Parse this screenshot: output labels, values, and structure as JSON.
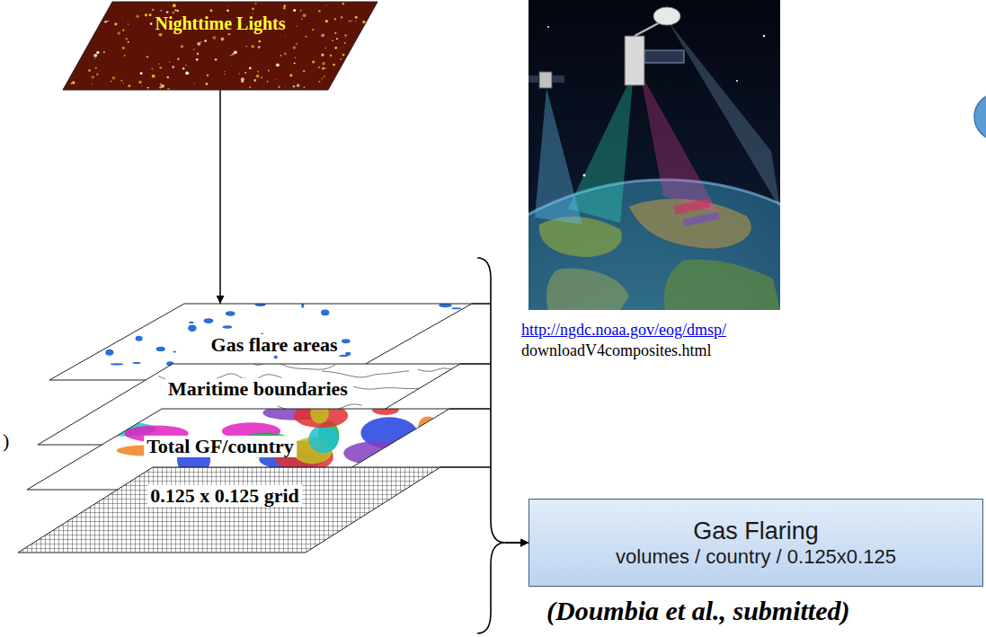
{
  "diagram": {
    "nodes": [
      {
        "text": [
          "Nighttime Lights"
        ]
      },
      {
        "text": [
          "Gas flare areas"
        ]
      },
      {
        "text": [
          "Maritime boundaries"
        ]
      },
      {
        "text": [
          "Total GF/country"
        ]
      },
      {
        "text": [
          "0.125 x 0.125 grid"
        ]
      },
      {
        "text": [
          "Gas Flaring",
          "volumes / country / 0.125x0.125"
        ]
      }
    ],
    "edges": [
      {
        "from": 0,
        "to": 1,
        "arrow": "to"
      },
      {
        "from": 1,
        "to": 5,
        "arrow": "to"
      },
      {
        "from": 2,
        "to": 5,
        "arrow": "to"
      },
      {
        "from": 3,
        "to": 5,
        "arrow": "to"
      },
      {
        "from": 4,
        "to": 5,
        "arrow": "to"
      }
    ],
    "labels": [
      "http://ngdc.noaa.gov/eog/dmsp/",
      "downloadV4composites.html",
      "(Doumbia et al., submitted)",
      ")"
    ]
  }
}
